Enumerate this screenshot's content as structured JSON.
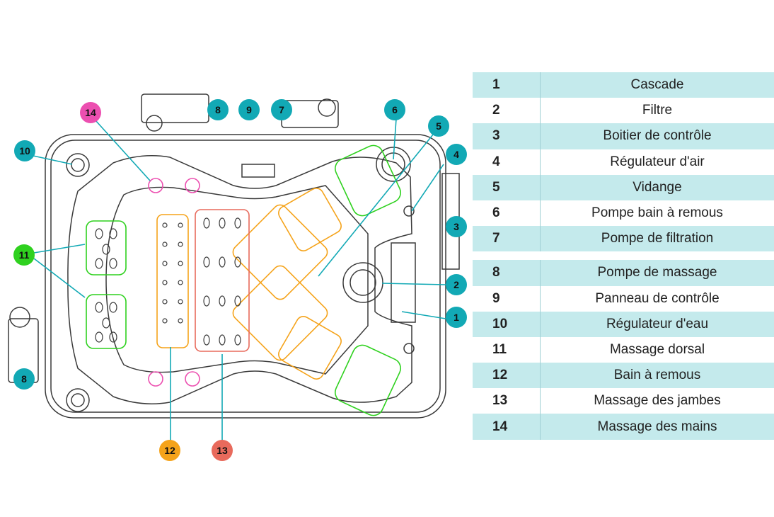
{
  "colors": {
    "teal": "#12a9b5",
    "green": "#2fd11f",
    "pink": "#ec4fb0",
    "orange": "#f5a31a",
    "red": "#e86a5c",
    "table_shade": "#c4eaec",
    "outline": "#3a3a3a"
  },
  "callouts": [
    {
      "id": "1",
      "color": "teal"
    },
    {
      "id": "2",
      "color": "teal"
    },
    {
      "id": "3",
      "color": "teal"
    },
    {
      "id": "4",
      "color": "teal"
    },
    {
      "id": "5",
      "color": "teal"
    },
    {
      "id": "6",
      "color": "teal"
    },
    {
      "id": "7",
      "color": "teal"
    },
    {
      "id": "8",
      "color": "teal"
    },
    {
      "id": "8",
      "color": "teal"
    },
    {
      "id": "9",
      "color": "teal"
    },
    {
      "id": "10",
      "color": "teal"
    },
    {
      "id": "11",
      "color": "green"
    },
    {
      "id": "12",
      "color": "orange"
    },
    {
      "id": "13",
      "color": "red"
    },
    {
      "id": "14",
      "color": "pink"
    }
  ],
  "legend": {
    "groups": [
      [
        {
          "num": "1",
          "label": "Cascade"
        },
        {
          "num": "2",
          "label": "Filtre"
        },
        {
          "num": "3",
          "label": "Boitier de contrôle"
        },
        {
          "num": "4",
          "label": "Régulateur d'air"
        },
        {
          "num": "5",
          "label": "Vidange"
        },
        {
          "num": "6",
          "label": "Pompe bain à remous"
        },
        {
          "num": "7",
          "label": "Pompe de filtration"
        }
      ],
      [
        {
          "num": "8",
          "label": "Pompe de massage"
        },
        {
          "num": "9",
          "label": "Panneau de contrôle"
        },
        {
          "num": "10",
          "label": "Régulateur d'eau"
        },
        {
          "num": "11",
          "label": "Massage dorsal"
        },
        {
          "num": "12",
          "label": "Bain à remous"
        },
        {
          "num": "13",
          "label": "Massage des jambes"
        },
        {
          "num": "14",
          "label": "Massage des mains"
        }
      ]
    ]
  }
}
